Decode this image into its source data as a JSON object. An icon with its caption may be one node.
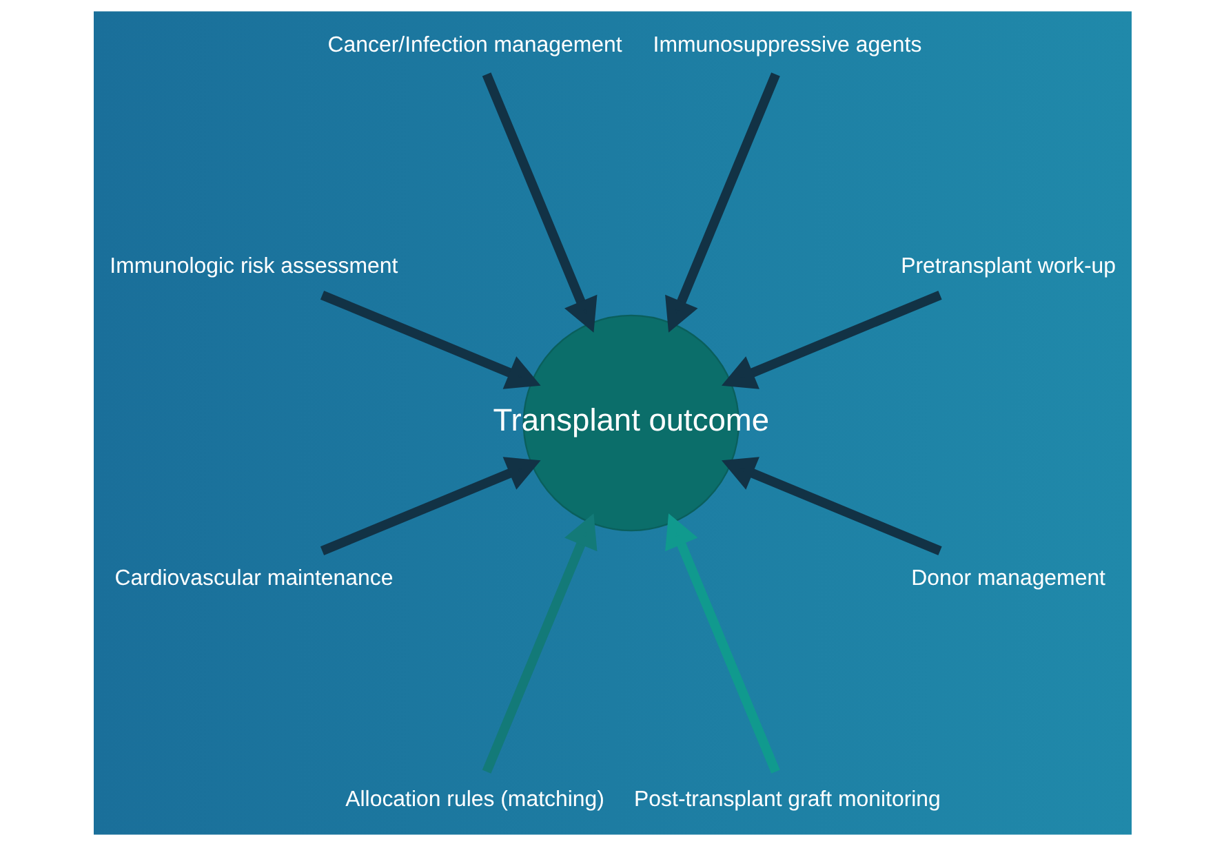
{
  "diagram": {
    "nodes": [
      {
        "text": [
          "Transplant outcome"
        ]
      },
      {
        "text": [
          "Pretransplant work-up"
        ]
      },
      {
        "text": [
          "Immunosuppressive agents"
        ]
      },
      {
        "text": [
          "Cancer/Infection management"
        ]
      },
      {
        "text": [
          "Immunologic risk assessment"
        ]
      },
      {
        "text": [
          "Cardiovascular maintenance"
        ]
      },
      {
        "text": [
          "Allocation rules (matching)"
        ]
      },
      {
        "text": [
          "Post-transplant graft monitoring"
        ]
      },
      {
        "text": [
          "Donor management"
        ]
      }
    ],
    "edges": [
      {
        "from": 1,
        "to": 0,
        "arrow": "to"
      },
      {
        "from": 2,
        "to": 0,
        "arrow": "to"
      },
      {
        "from": 4,
        "to": 0,
        "arrow": "to"
      },
      {
        "from": 6,
        "to": 0,
        "arrow": "to",
        "color": "#137a78"
      },
      {
        "from": 8,
        "to": 0,
        "arrow": "to"
      },
      {
        "from": 7,
        "to": 0,
        "arrow": "to",
        "color": "#109a8e"
      },
      {
        "from": 5,
        "to": 0,
        "arrow": "to"
      },
      {
        "from": 3,
        "to": 0,
        "arrow": "to"
      }
    ]
  }
}
